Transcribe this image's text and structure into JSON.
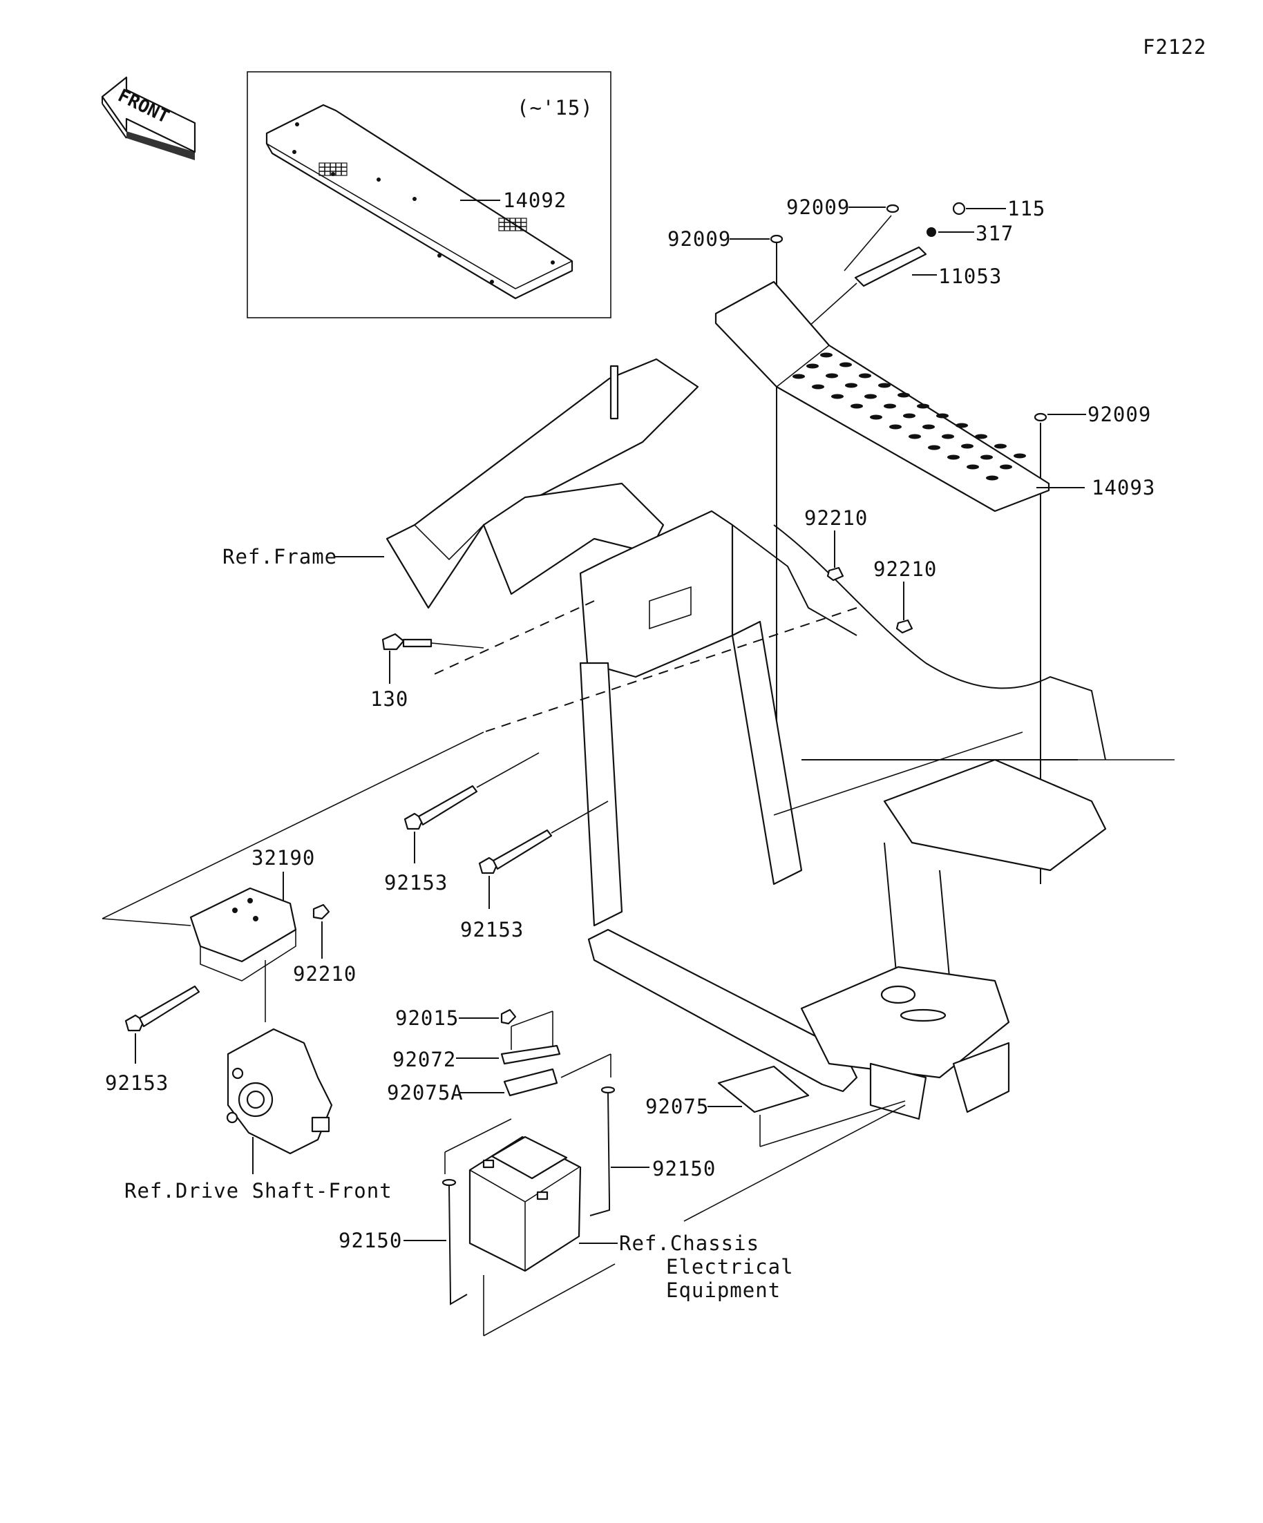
{
  "diagram_code": "F2122",
  "inset_note": "(~'15)",
  "front_label": "FRONT",
  "labels": {
    "p14092": "14092",
    "p92009a": "92009",
    "p92009b": "92009",
    "p92009c": "92009",
    "p115": "115",
    "p317": "317",
    "p11053": "11053",
    "p14093": "14093",
    "p92210a": "92210",
    "p92210b": "92210",
    "p92210c": "92210",
    "ref_frame": "Ref.Frame",
    "p130": "130",
    "p92153a": "92153",
    "p92153b": "92153",
    "p92153c": "92153",
    "p32190": "32190",
    "ref_drive": "Ref.Drive Shaft-Front",
    "p92015": "92015",
    "p92072": "92072",
    "p92075A": "92075A",
    "p92075": "92075",
    "p92150a": "92150",
    "p92150b": "92150",
    "ref_chassis_1": "Ref.Chassis",
    "ref_chassis_2": "Electrical",
    "ref_chassis_3": "Equipment"
  }
}
